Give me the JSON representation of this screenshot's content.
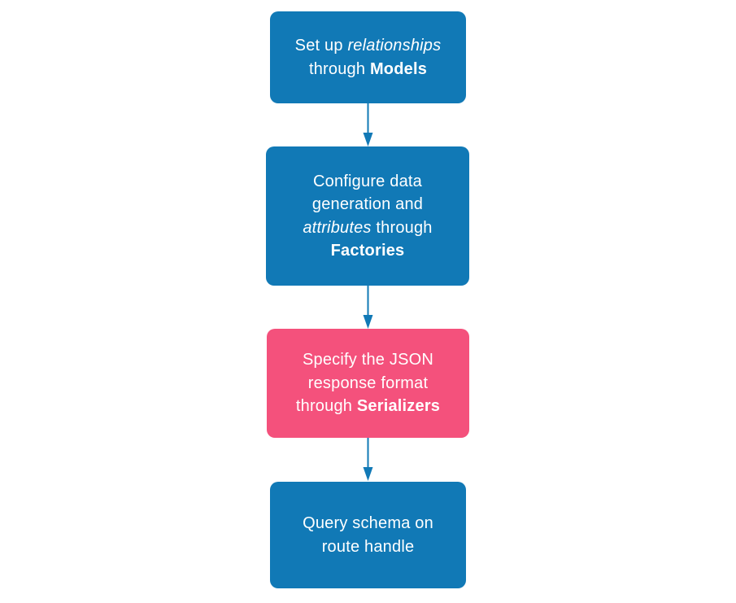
{
  "colors": {
    "blue": "#1179B6",
    "pink": "#F4517C",
    "arrow": "#1179B6",
    "text": "#FFFFFF"
  },
  "flowchart": {
    "type": "flowchart",
    "direction": "top-down",
    "nodes": [
      {
        "id": "models",
        "color_key": "blue",
        "plain_text": "Set up relationships through Models",
        "lines": [
          [
            {
              "t": "Set up "
            },
            {
              "t": "relationships",
              "i": true
            }
          ],
          [
            {
              "t": "through "
            },
            {
              "t": "Models",
              "b": true
            }
          ]
        ]
      },
      {
        "id": "factories",
        "color_key": "blue",
        "plain_text": "Configure data generation and attributes through Factories",
        "lines": [
          [
            {
              "t": "Configure data"
            }
          ],
          [
            {
              "t": "generation and"
            }
          ],
          [
            {
              "t": "attributes",
              "i": true
            },
            {
              "t": " through"
            }
          ],
          [
            {
              "t": "Factories",
              "b": true
            }
          ]
        ]
      },
      {
        "id": "serializers",
        "color_key": "pink",
        "plain_text": "Specify the JSON response format through Serializers",
        "lines": [
          [
            {
              "t": "Specify the JSON"
            }
          ],
          [
            {
              "t": "response format"
            }
          ],
          [
            {
              "t": "through "
            },
            {
              "t": "Serializers",
              "b": true
            }
          ]
        ]
      },
      {
        "id": "route-handle",
        "color_key": "blue",
        "plain_text": "Query schema on route handle",
        "lines": [
          [
            {
              "t": "Query schema on"
            }
          ],
          [
            {
              "t": "route handle"
            }
          ]
        ]
      }
    ],
    "edges": [
      {
        "from": "models",
        "to": "factories"
      },
      {
        "from": "factories",
        "to": "serializers"
      },
      {
        "from": "serializers",
        "to": "route-handle"
      }
    ]
  }
}
